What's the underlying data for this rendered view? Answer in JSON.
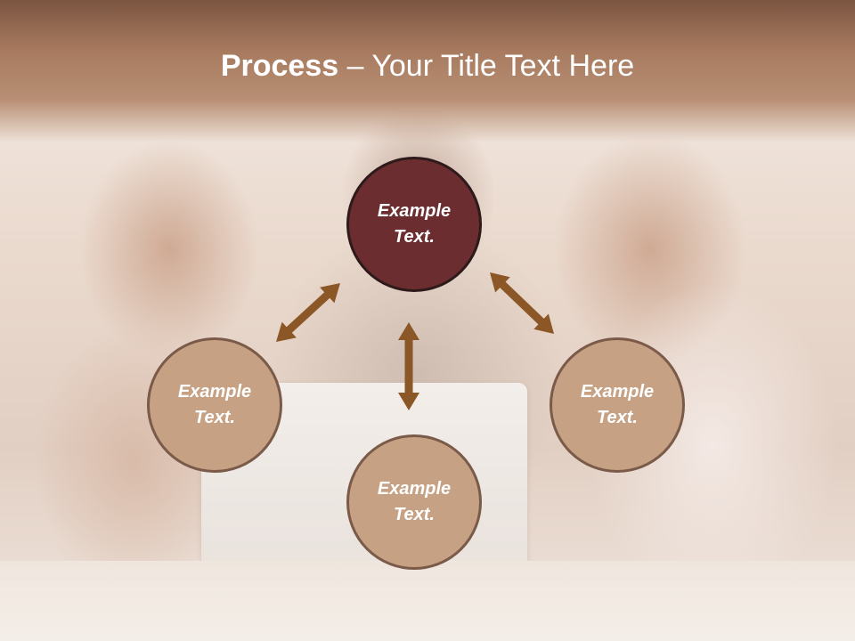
{
  "title": {
    "bold": "Process",
    "rest": " – Your Title Text Here"
  },
  "nodes": [
    {
      "id": "top",
      "text": "Example Text.",
      "fill": "#6b2d30"
    },
    {
      "id": "left",
      "text": "Example Text.",
      "fill": "#c6a183"
    },
    {
      "id": "right",
      "text": "Example Text.",
      "fill": "#c6a183"
    },
    {
      "id": "bottom",
      "text": "Example Text.",
      "fill": "#c6a183"
    }
  ],
  "colors": {
    "arrow": "#8b5726",
    "header": "#a77a5f",
    "node_border": "#7a5a48"
  },
  "arrows": [
    {
      "from": "top",
      "to": "left",
      "bidirectional": true
    },
    {
      "from": "top",
      "to": "right",
      "bidirectional": true
    },
    {
      "from": "top",
      "to": "bottom",
      "bidirectional": true
    }
  ]
}
